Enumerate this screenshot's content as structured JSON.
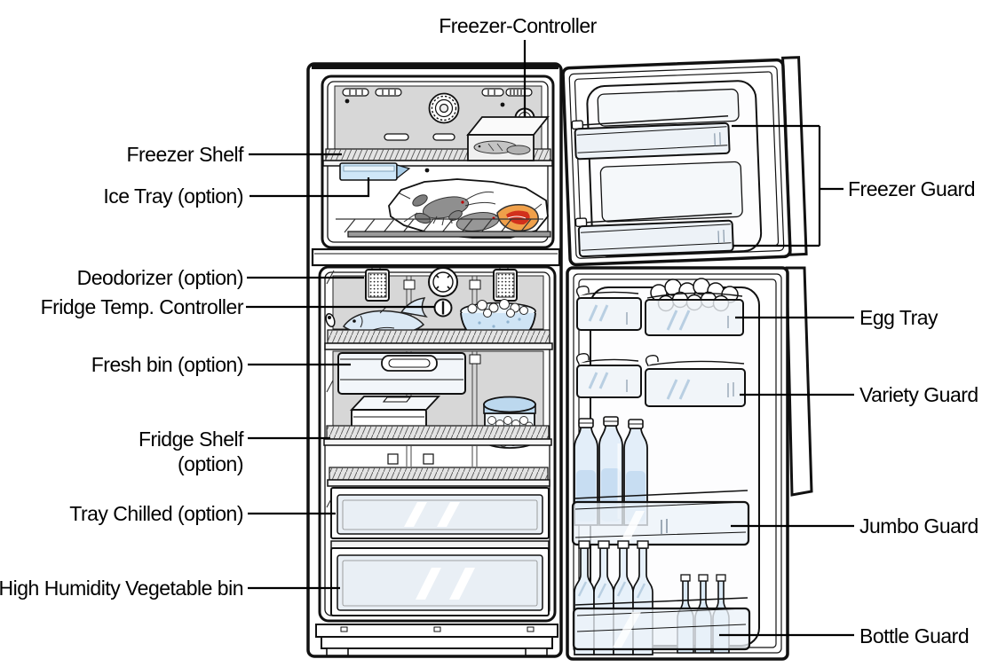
{
  "figure": {
    "type": "appliance-parts-diagram",
    "subject": "Top-freezer refrigerator shown with both doors open and interior parts called out"
  },
  "labels": {
    "freezer_controller": "Freezer-Controller",
    "freezer_shelf": "Freezer Shelf",
    "ice_tray": "Ice Tray (option)",
    "deodorizer": "Deodorizer (option)",
    "fridge_temp_controller": "Fridge Temp. Controller",
    "fresh_bin": "Fresh bin (option)",
    "fridge_shelf_line1": "Fridge Shelf",
    "fridge_shelf_line2": "(option)",
    "tray_chilled": "Tray Chilled (option)",
    "high_humidity_vegetable_bin": "High Humidity Vegetable bin",
    "freezer_guard": "Freezer Guard",
    "egg_tray": "Egg Tray",
    "variety_guard": "Variety Guard",
    "jumbo_guard": "Jumbo Guard",
    "bottle_guard": "Bottle Guard"
  },
  "colors": {
    "outline": "#111111",
    "panel_gray": "#d7d7d7",
    "ice_blue": "#cfe7f8",
    "bowl_blue": "#cfe4f5",
    "bottle_blue": "#c7ddf2",
    "bottle_body": "#e3eef9",
    "shine_blue": "#b9cfe2",
    "meat_orange": "#f0a04a",
    "meat_red": "#d2301c",
    "label_text": "#000000"
  }
}
